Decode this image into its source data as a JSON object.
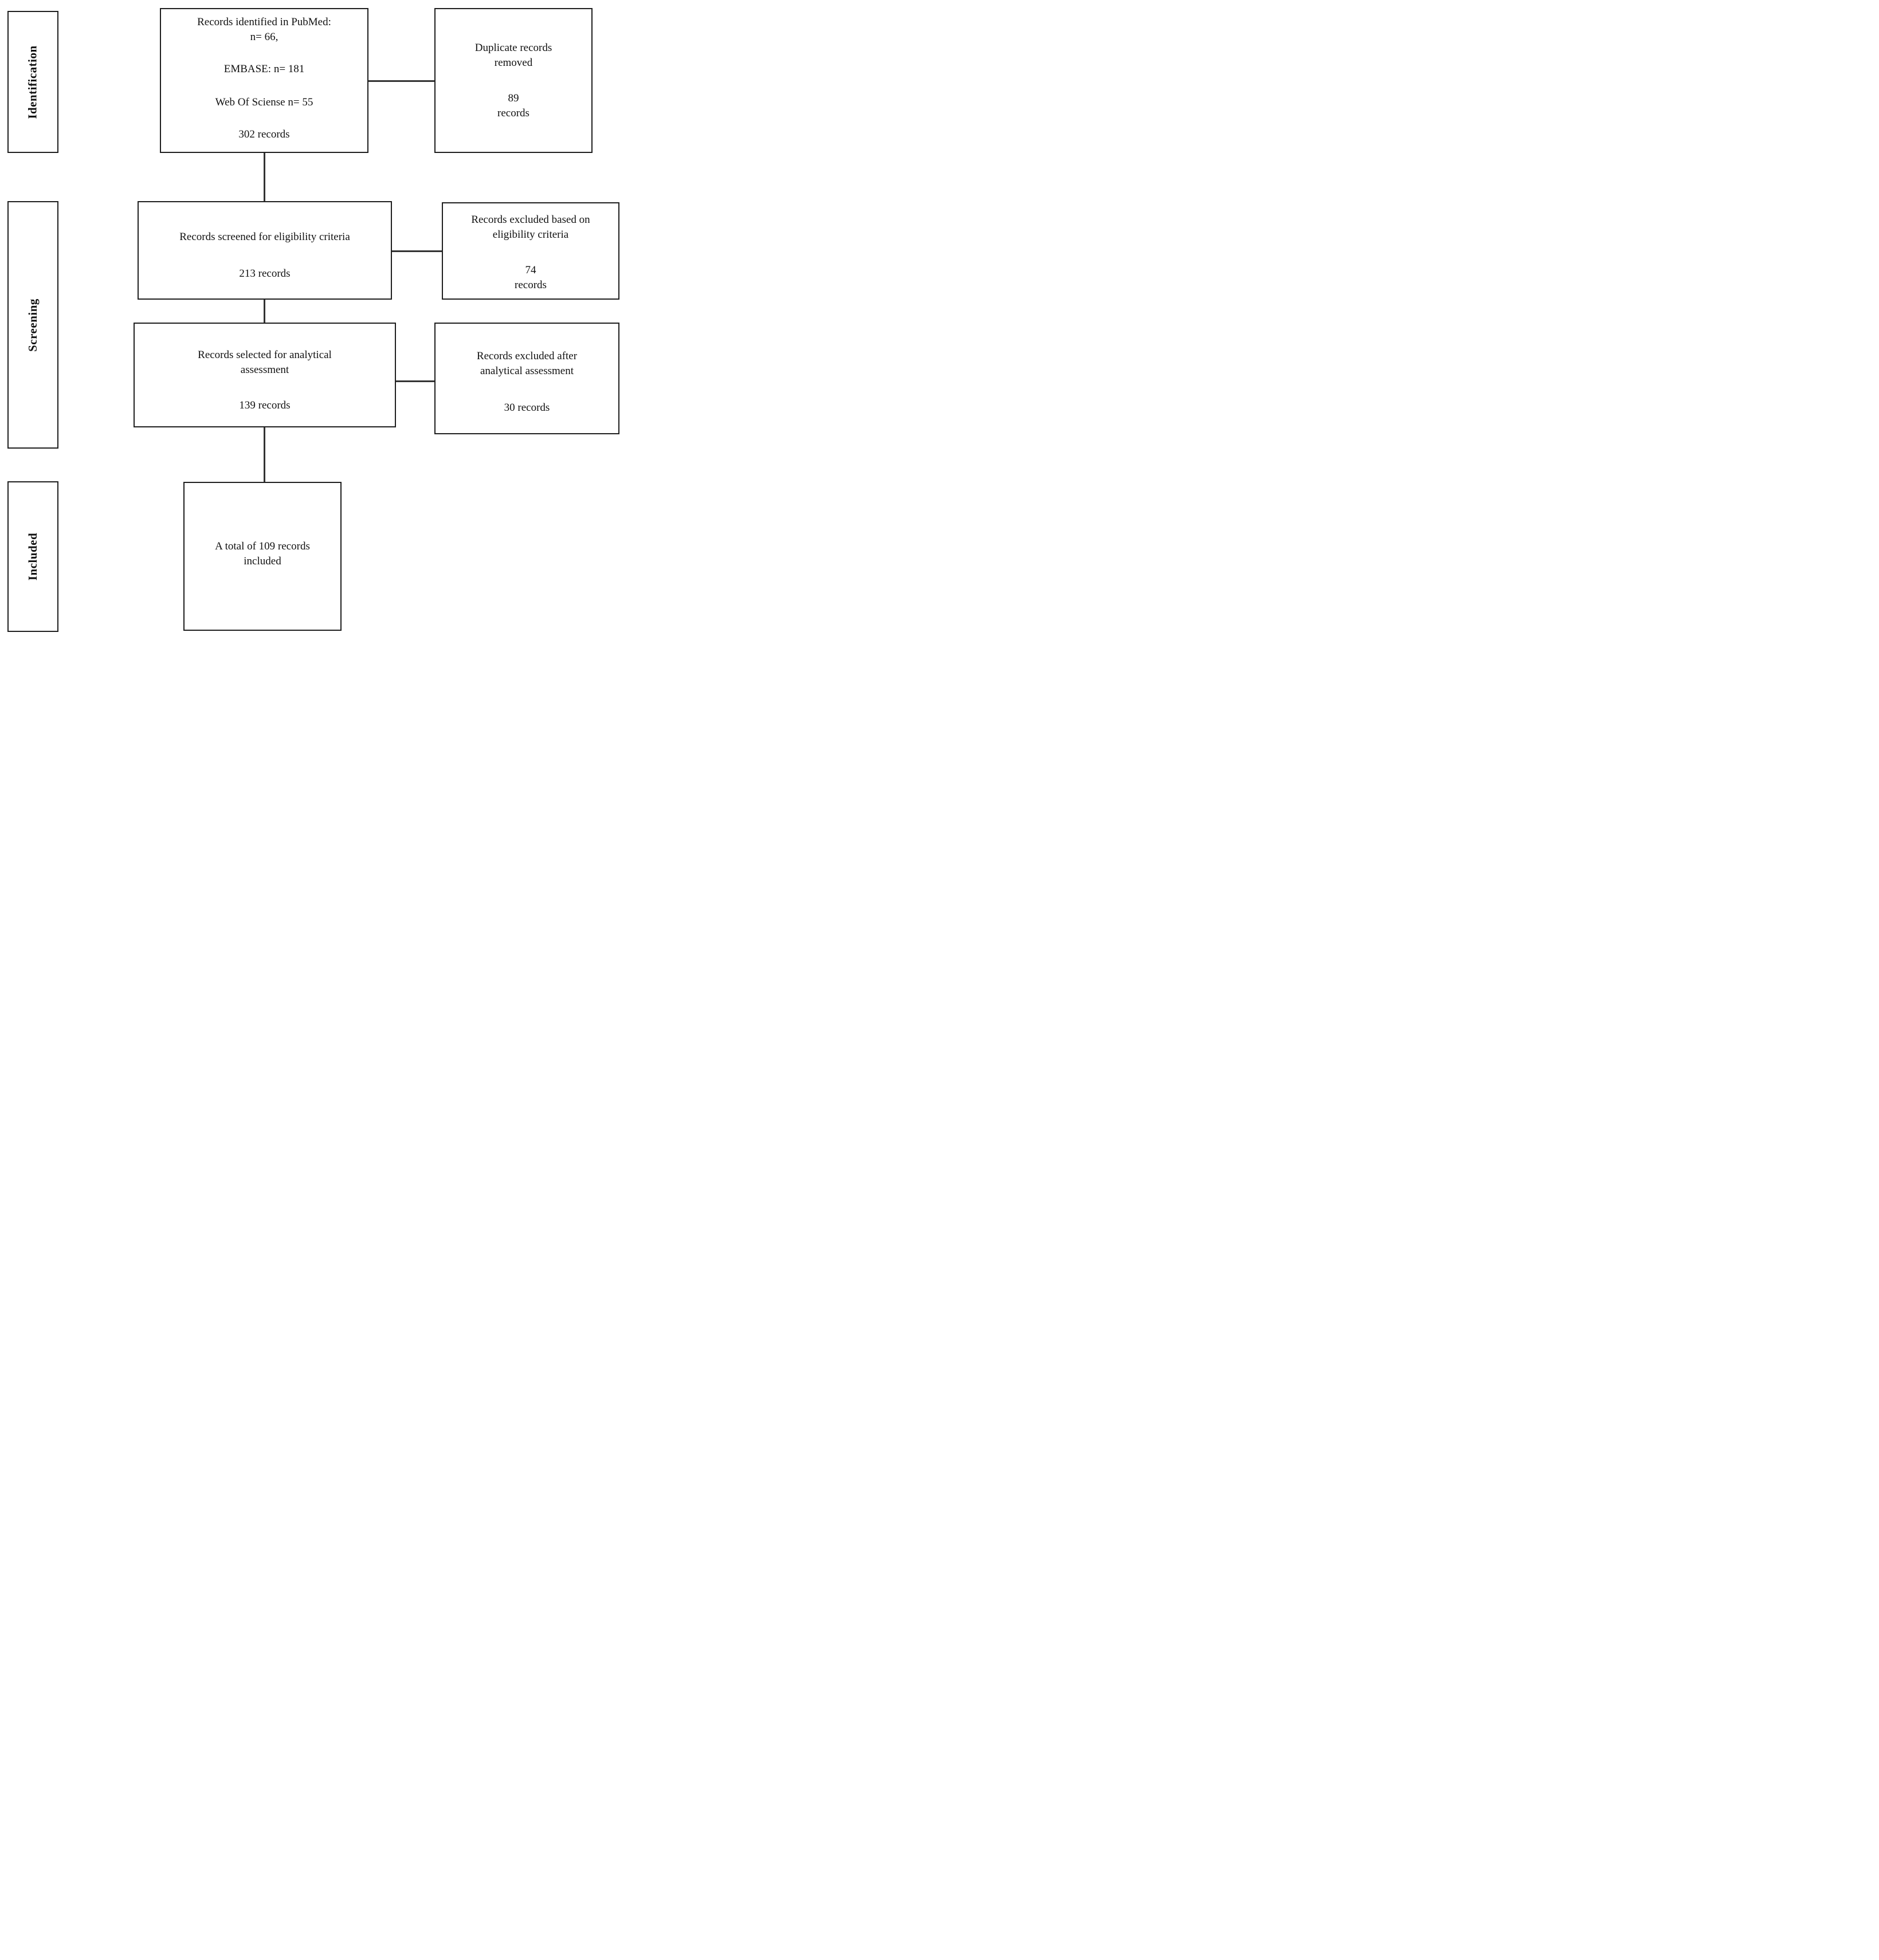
{
  "stages": [
    {
      "label": "Identification"
    },
    {
      "label": "Screening"
    },
    {
      "label": "Included"
    }
  ],
  "boxes": {
    "identified": {
      "line1": "Records identified in PubMed:",
      "line2": "n= 66,",
      "line3": "EMBASE: n= 181",
      "line4": "Web Of Sciense n= 55",
      "line5": "302 records"
    },
    "duplicates": {
      "line1": "Duplicate records",
      "line2": "removed",
      "line3": "89",
      "line4": "records"
    },
    "screened": {
      "line1": "Records screened for eligibility criteria",
      "line2": "213 records"
    },
    "excluded_eligibility": {
      "line1": "Records excluded based on",
      "line2": "eligibility criteria",
      "line3": "74",
      "line4": "records"
    },
    "selected": {
      "line1": "Records selected for analytical",
      "line2": "assessment",
      "line3": "139 records"
    },
    "excluded_analytical": {
      "line1": "Records excluded after",
      "line2": "analytical assessment",
      "line3": "30 records"
    },
    "included": {
      "line1": "A total of 109 records",
      "line2": "included"
    }
  },
  "colors": {
    "background": "#ffffff",
    "box_border": "#1f1f1f",
    "connector": "#333333",
    "text": "#111111"
  }
}
